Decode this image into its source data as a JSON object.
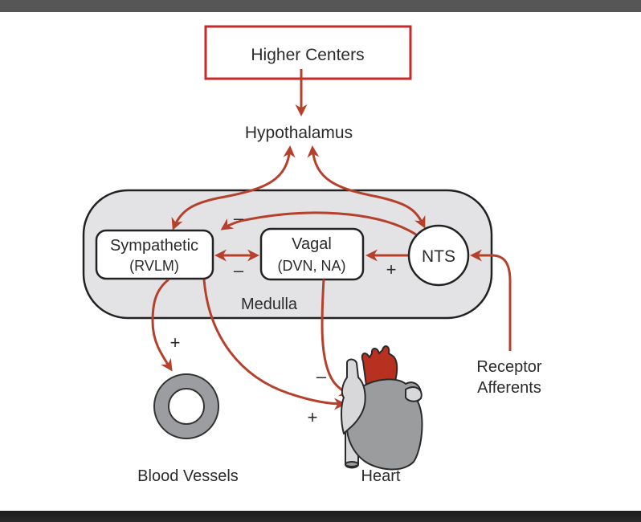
{
  "diagram": {
    "title_box": {
      "label": "Higher Centers",
      "border_color": "#c62a2a"
    },
    "hypothalamus": {
      "label": "Hypothalamus"
    },
    "medulla": {
      "label": "Medulla",
      "fill": "#e3e3e5",
      "nodes": {
        "sympathetic": {
          "line1": "Sympathetic",
          "line2": "(RVLM)"
        },
        "vagal": {
          "line1": "Vagal",
          "line2": "(DVN, NA)"
        },
        "nts": {
          "label": "NTS"
        }
      }
    },
    "targets": {
      "blood_vessels": {
        "label": "Blood Vessels"
      },
      "heart": {
        "label": "Heart"
      },
      "receptor_afferents": {
        "line1": "Receptor",
        "line2": "Afferents"
      }
    },
    "signs": {
      "nts_to_sympathetic": "–",
      "sympathetic_vagal": "–",
      "nts_to_vagal": "+",
      "sympathetic_to_vessels": "+",
      "vagal_to_heart": "–",
      "sympathetic_to_heart": "+"
    },
    "colors": {
      "arrow": "#b5402b",
      "heart_aorta": "#b8301f",
      "heart_body": "#9b9c9e",
      "heart_light": "#d8d8da",
      "vessel_ring": "#9c9da0"
    }
  }
}
